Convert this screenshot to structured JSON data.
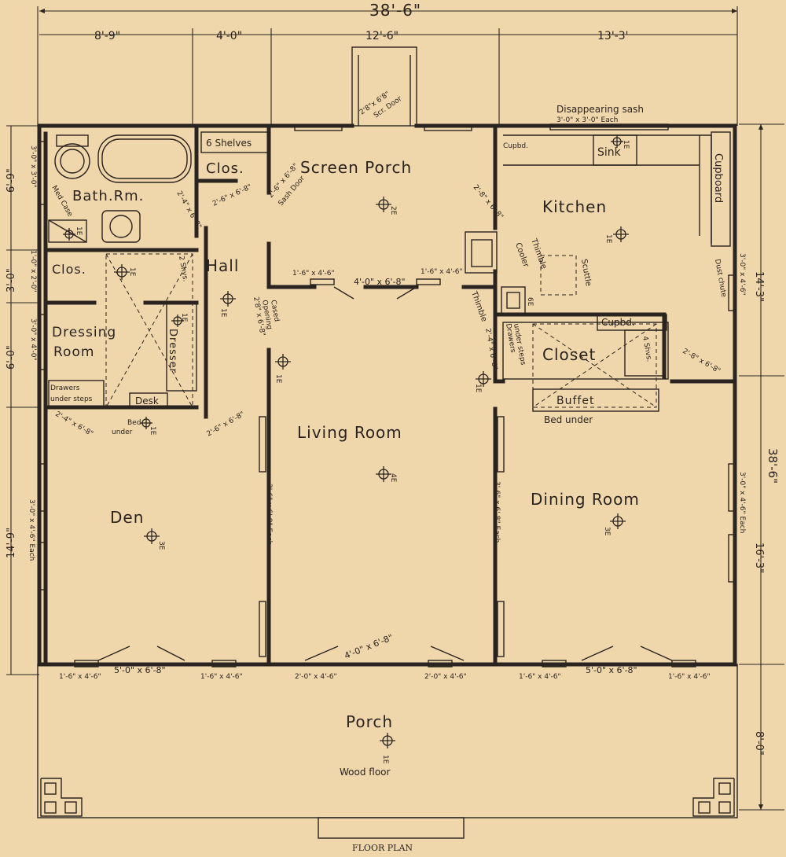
{
  "title": "FLOOR PLAN",
  "dims": {
    "overall_width": "38'-6\"",
    "w1": "8'-9\"",
    "w2": "4'-0\"",
    "w3": "12'-6\"",
    "w4": "13'-3'",
    "left1": "6'-9\"",
    "left2": "3'-0\"",
    "left3": "6'-0\"",
    "left4": "14'-9\"",
    "right_overall": "38'-6\"",
    "right1": "14'-3\"",
    "right2": "16'-3\"",
    "right3": "8'-0\""
  },
  "rooms": {
    "screen_porch": "Screen Porch",
    "kitchen": "Kitchen",
    "bath": "Bath.Rm.",
    "clos_top": "Clos.",
    "clos_left": "Clos.",
    "hall": "Hall",
    "dressing1": "Dressing",
    "dressing2": "Room",
    "dresser": "Dresser",
    "closet": "Closet",
    "buffet": "Buffet",
    "living": "Living Room",
    "dining": "Dining Room",
    "den": "Den",
    "porch": "Porch"
  },
  "notes": {
    "shelves": "6 Shelves",
    "sink": "Sink",
    "cupbd_small": "Cupbd.",
    "cupboard": "Cupboard",
    "cupbd": "Cupbd.",
    "disappearing_sash": "Disappearing sash",
    "sash_size": "3'-0\" x 3'-0\" Each",
    "med_case": "Med Case",
    "cooler": "Cooler",
    "thimble1": "Thimble",
    "thimble2": "Thimble",
    "scuttle": "Scuttle",
    "dust_chute": "Dust chute",
    "drawers_under_steps_left": "Drawers",
    "under_steps_left": "under steps",
    "drawers_right": "Drawers",
    "under_steps_right": "under steps",
    "desk": "Desk",
    "bed_under_left1": "Bed",
    "bed_under_left2": "under",
    "bed_under_right": "Bed under",
    "wood_floor": "Wood floor",
    "shvs": "4 Shvs.",
    "shvs2": "2 Shvs.",
    "cased_opening1": "Cased",
    "cased_opening2": "Opening",
    "cased_opening3": "2'8\" x 6'-8\""
  },
  "sizes": {
    "door_porch": "2'8\"x 6'8\"",
    "scr_door": "Scr. Door",
    "bath_win": "3'-0\" x 3'-0\"",
    "bath_door": "2'-4\" x 6'-8\"",
    "clos_door": "2'-6\" x 6'-8\"",
    "sash_door1": "2'-6\" x 6'-8\"",
    "sash_door2": "Sash Door",
    "kitchen_door": "2'-8\" x 6'-8\"",
    "kitchen_win": "3'-0\" x 4'-6\"",
    "hall_win1": "1'-6\" x 4'-6\"",
    "hall_door": "4'-0\" x 6'-8\"",
    "hall_win2": "1'-6\" x 4'-6\"",
    "clos_win": "1'-0\" x 2'-0\"",
    "dressing_win": "3'-0\" x 4'-0\"",
    "dressing_door": "2'-4\" x 6'-8\"",
    "hall_door2": "2'-6\" x 6'-8\"",
    "closet_door": "2'-4\" x 6'-8\"",
    "dining_door": "2'-8\" x 6'-8\"",
    "den_win": "3'-0\" x 4'-6\" Each",
    "living_left_doors": "3'-6\" x 6'-8\" Each",
    "living_right_doors": "3'-6\" x 6'-8\" Each",
    "dining_win": "3'-0\" x 4'-6\" Each",
    "front_door": "4'-0\" x 6'-8\"",
    "b1": "1'-6\" x 4'-6\"",
    "b2": "5'-0\" x 6'-8\"",
    "b3": "1'-6\" x 4'-6\"",
    "b4": "2'-0\" x 4'-6\"",
    "b5": "2'-0\" x 4'-6\"",
    "b6": "1'-6\" x 4'-6\"",
    "b7": "5'-0\" x 6'-8\"",
    "b8": "1'-6\" x 4'-6\""
  },
  "outlets": {
    "screen": "2E",
    "kitchen": "1E",
    "sink": "1E",
    "bath": "1E",
    "clos": "1E",
    "hall": "1E",
    "dressing": "1E",
    "thimble": "6E",
    "living1": "1E",
    "living2": "4E",
    "closet": "1E",
    "den": "3E",
    "dining": "3E",
    "bed": "1E",
    "porch": "1E"
  },
  "colors": {
    "paper": "#f0d6ab",
    "ink": "#2a2420"
  }
}
